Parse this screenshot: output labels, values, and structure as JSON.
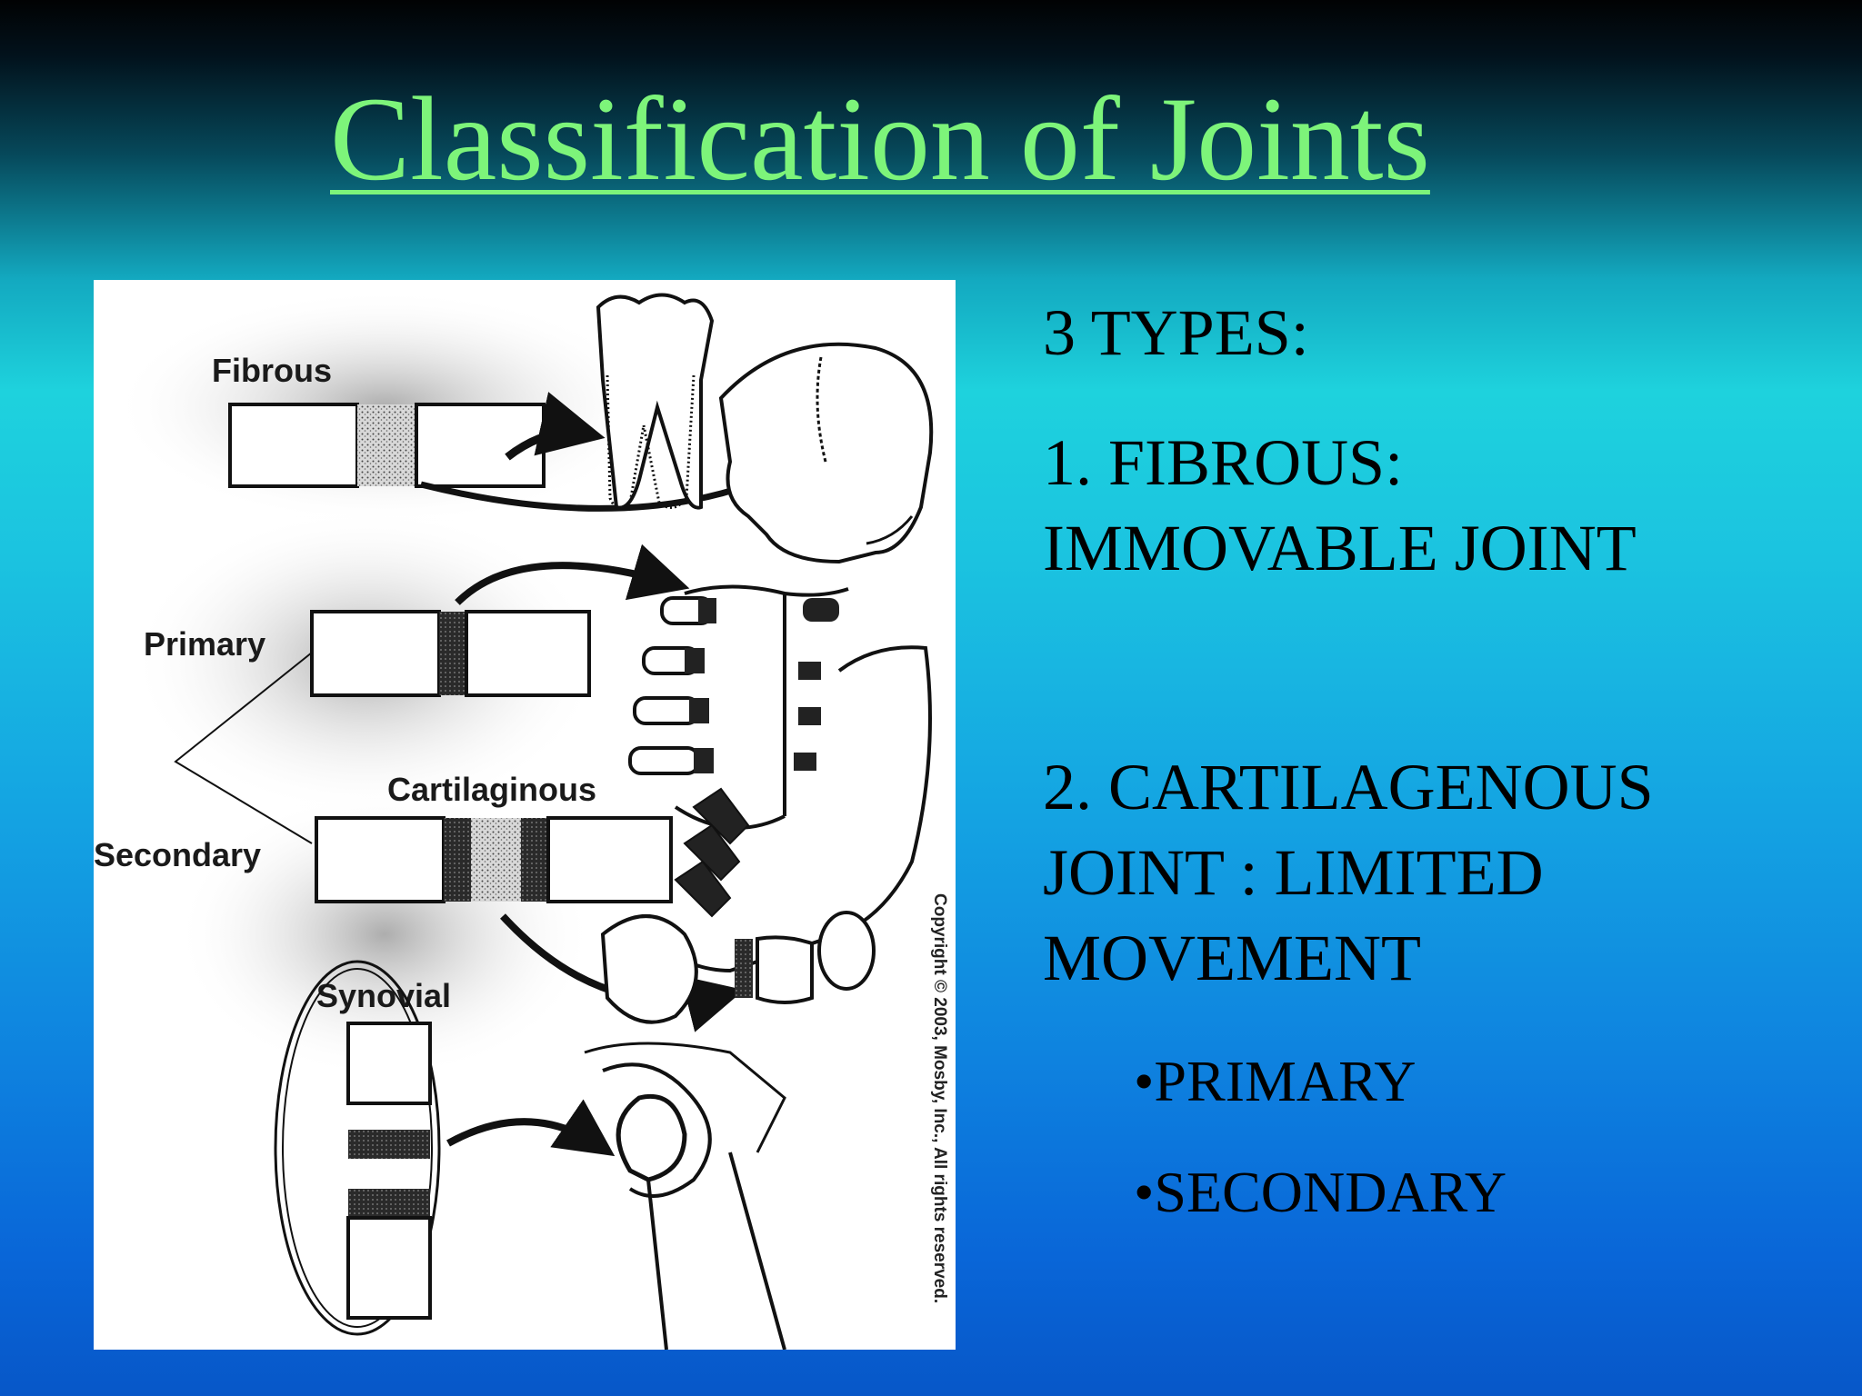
{
  "slide": {
    "title": "Classification of Joints",
    "types_heading": "3 TYPES:",
    "fibrous": {
      "line1": "1. FIBROUS:",
      "line2": "IMMOVABLE JOINT"
    },
    "cartilagenous": {
      "line1": "2. CARTILAGENOUS",
      "line2": "JOINT : LIMITED",
      "line3": "MOVEMENT"
    },
    "bullets": [
      "•PRIMARY",
      "•SECONDARY"
    ]
  },
  "figure": {
    "labels": {
      "fibrous": "Fibrous",
      "primary": "Primary",
      "cartilaginous": "Cartilaginous",
      "secondary": "Secondary",
      "synovial": "Synovial"
    },
    "copyright": "Copyright © 2003, Mosby, Inc., All rights reserved."
  }
}
